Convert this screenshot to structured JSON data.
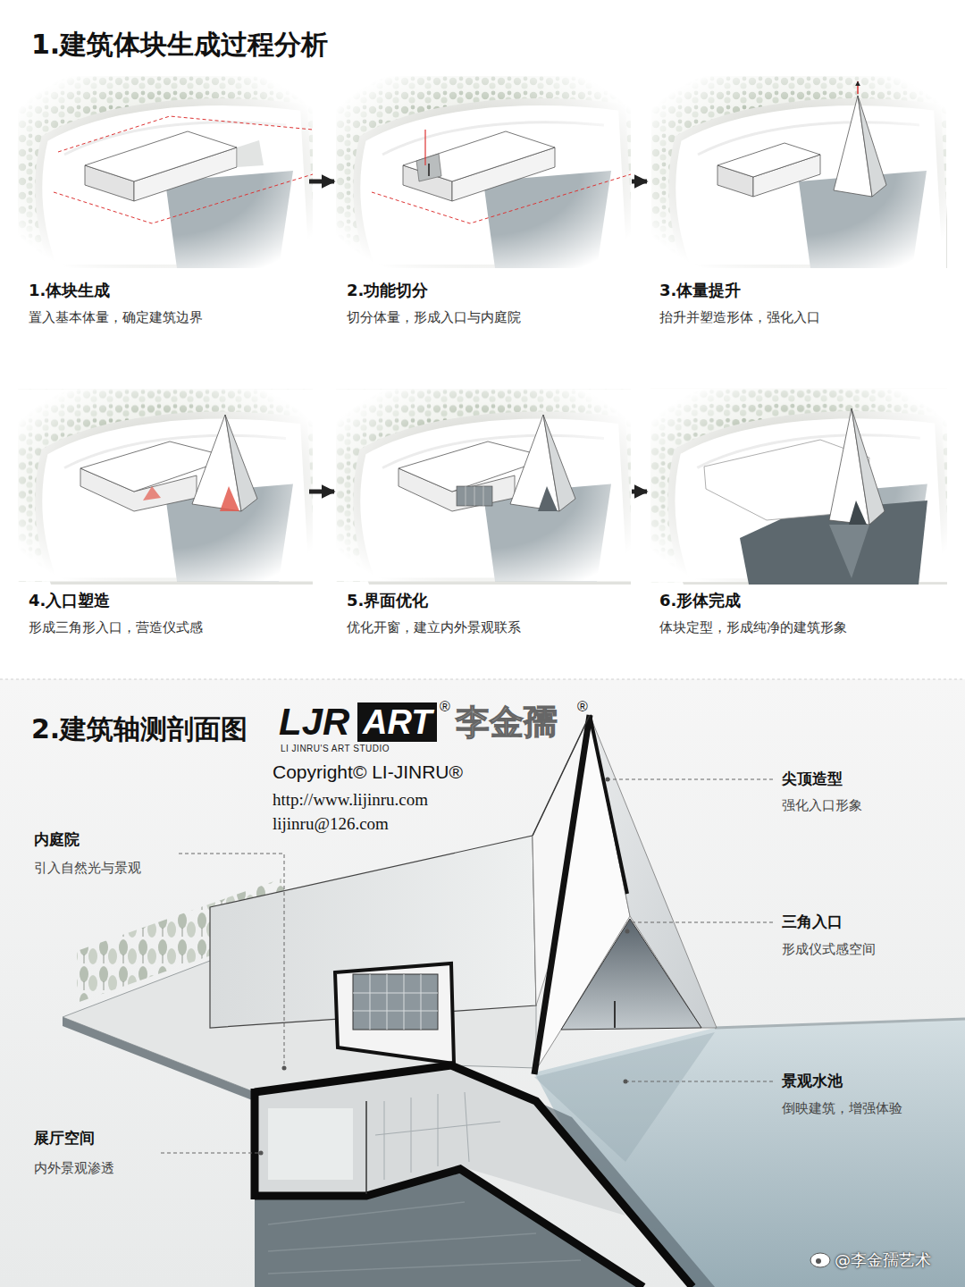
{
  "diagram": {
    "title": "1.建筑体块生成过程分析",
    "nodes": [
      {
        "text": [
          "1.体块生成",
          "置入基本体量，确定建筑边界"
        ]
      },
      {
        "text": [
          "2.功能切分",
          "切分体量，形成入口与内庭院"
        ]
      },
      {
        "text": [
          "3.体量提升",
          "抬升并塑造形体，强化入口"
        ]
      },
      {
        "text": [
          "4.入口塑造",
          "形成三角形入口，营造仪式感"
        ]
      },
      {
        "text": [
          "5.界面优化",
          "优化开窗，建立内外景观联系"
        ]
      },
      {
        "text": [
          "6.形体完成",
          "体块定型，形成纯净的建筑形象"
        ]
      }
    ],
    "edges": [
      {
        "from": 0,
        "to": 1,
        "arrow": "to"
      },
      {
        "from": 1,
        "to": 2,
        "arrow": "to"
      },
      {
        "from": 3,
        "to": 4,
        "arrow": "to"
      },
      {
        "from": 4,
        "to": 5,
        "arrow": "to"
      }
    ],
    "labels": [
      "2.建筑轴测剖面图",
      "LJR",
      "ART",
      "®",
      "LI JINRU'S ART STUDIO",
      "李金孺",
      "®",
      "Copyright© LI-JINRU®",
      "http://www.lijinru.com",
      "lijinru@126.com",
      "尖顶造型",
      "强化入口形象",
      "内庭院",
      "引入自然光与景观",
      "三角入口",
      "形成仪式感空间",
      "景观水池",
      "倒映建筑，增强体验",
      "展厅空间",
      "内外景观渗透",
      "@李金孺艺术"
    ]
  }
}
